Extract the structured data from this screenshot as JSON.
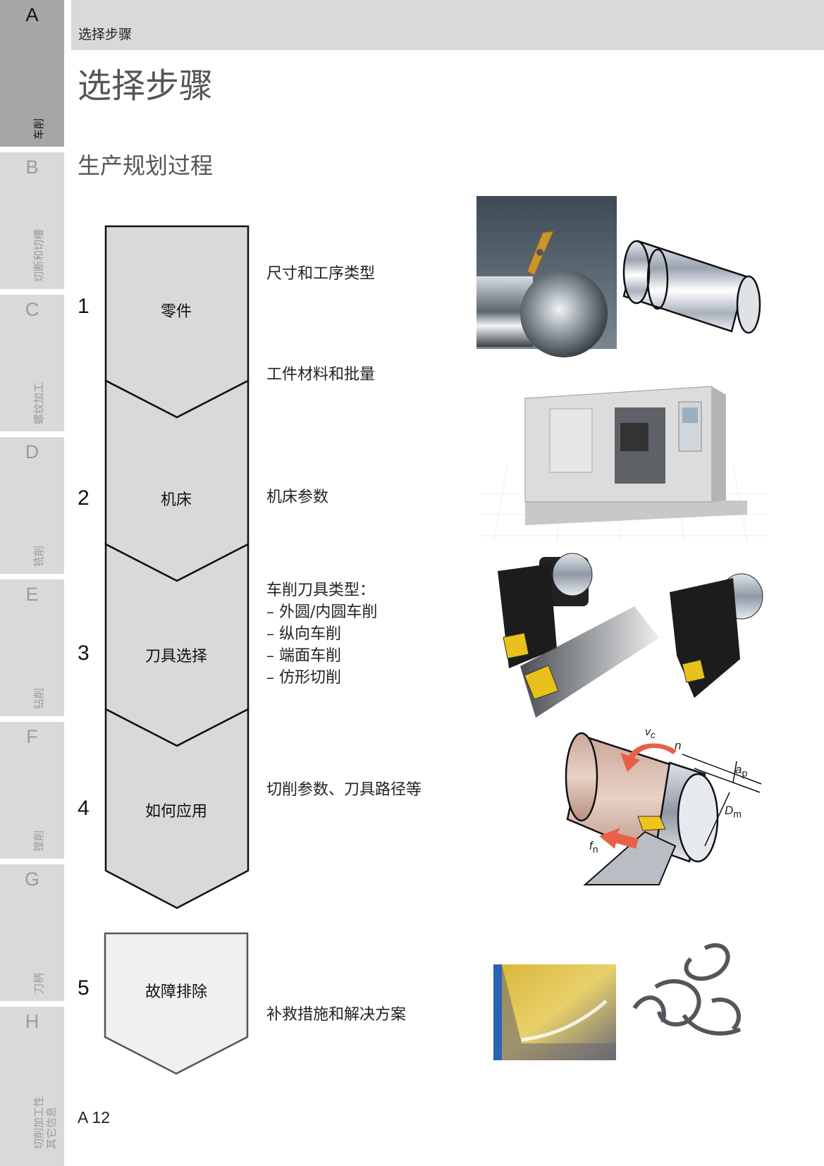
{
  "sidebar": {
    "tabs": [
      {
        "letter": "A",
        "label": "车削",
        "active": true
      },
      {
        "letter": "B",
        "label": "切断和切槽",
        "active": false
      },
      {
        "letter": "C",
        "label": "螺纹加工",
        "active": false
      },
      {
        "letter": "D",
        "label": "铣削",
        "active": false
      },
      {
        "letter": "E",
        "label": "钻削",
        "active": false
      },
      {
        "letter": "F",
        "label": "镗削",
        "active": false
      },
      {
        "letter": "G",
        "label": "刀柄",
        "active": false
      },
      {
        "letter": "H",
        "label": "切削加工性\n其它信息",
        "active": false
      }
    ]
  },
  "header": {
    "breadcrumb": "选择步骤",
    "page_title": "选择步骤",
    "section_title": "生产规划过程"
  },
  "flow": {
    "steps": [
      {
        "number": "1",
        "label": "零件"
      },
      {
        "number": "2",
        "label": "机床"
      },
      {
        "number": "3",
        "label": "刀具选择"
      },
      {
        "number": "4",
        "label": "如何应用"
      },
      {
        "number": "5",
        "label": "故障排除"
      }
    ],
    "colors": {
      "main_fill": "#d9d9d9",
      "main_stroke": "#111111",
      "troubleshoot_fill": "#f0f0f0",
      "troubleshoot_stroke": "#555555"
    }
  },
  "descriptions": {
    "d1": "尺寸和工序类型",
    "d2": "工件材料和批量",
    "d3": "机床参数",
    "d4_title": "车削刀具类型：",
    "d4_items": [
      "–  外圆/内圆车削",
      "–  纵向车削",
      "–  端面车削",
      "–  仿形切削"
    ],
    "d5": "切削参数、刀具路径等",
    "d6": "补救措施和解决方案"
  },
  "diagram_labels": {
    "vc": "v",
    "vc_sub": "c",
    "n": "n",
    "ap": "a",
    "ap_sub": "p",
    "dm": "D",
    "dm_sub": "m",
    "fn": "f",
    "fn_sub": "n"
  },
  "footer": {
    "page_number": "A 12"
  }
}
